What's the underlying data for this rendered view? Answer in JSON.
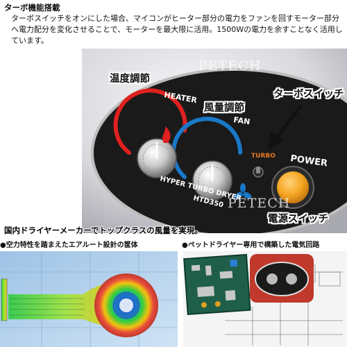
{
  "heading": "ターボ機能搭載",
  "description": "ターボスイッチをオンにした場合、マイコンがヒーター部分の電力をファンを回すモーター部分へ電力配分を変化させることで、モーターを最大限に活用。1500Wの電力を余すことなく活用しています。",
  "panel": {
    "heater_label": "HEATER",
    "fan_label": "FAN",
    "turbo_label": "TURBO",
    "power_label": "POWER",
    "model_line1": "HYPER TURBO DRYER",
    "model_line2": "HTD350"
  },
  "callouts": {
    "temperature": "温度調節",
    "airflow": "風量調節",
    "turbo_switch": "ターボスイッチ",
    "power_switch": "電源スイッチ"
  },
  "watermark": "PETECH",
  "bottom": {
    "heading": "国内ドライヤーメーカーでトップクラスの風量を実現。",
    "caption_left": "●空力特性を踏まえたエアルート設計の筐体",
    "caption_right": "●ペットドライヤー専用で構築した電気回路"
  },
  "colors": {
    "panel_black": "#1a1a1a",
    "heater_red": "#e02020",
    "fan_blue": "#1a78c8",
    "turbo_orange": "#e87722",
    "power_button": "#f5a623"
  }
}
